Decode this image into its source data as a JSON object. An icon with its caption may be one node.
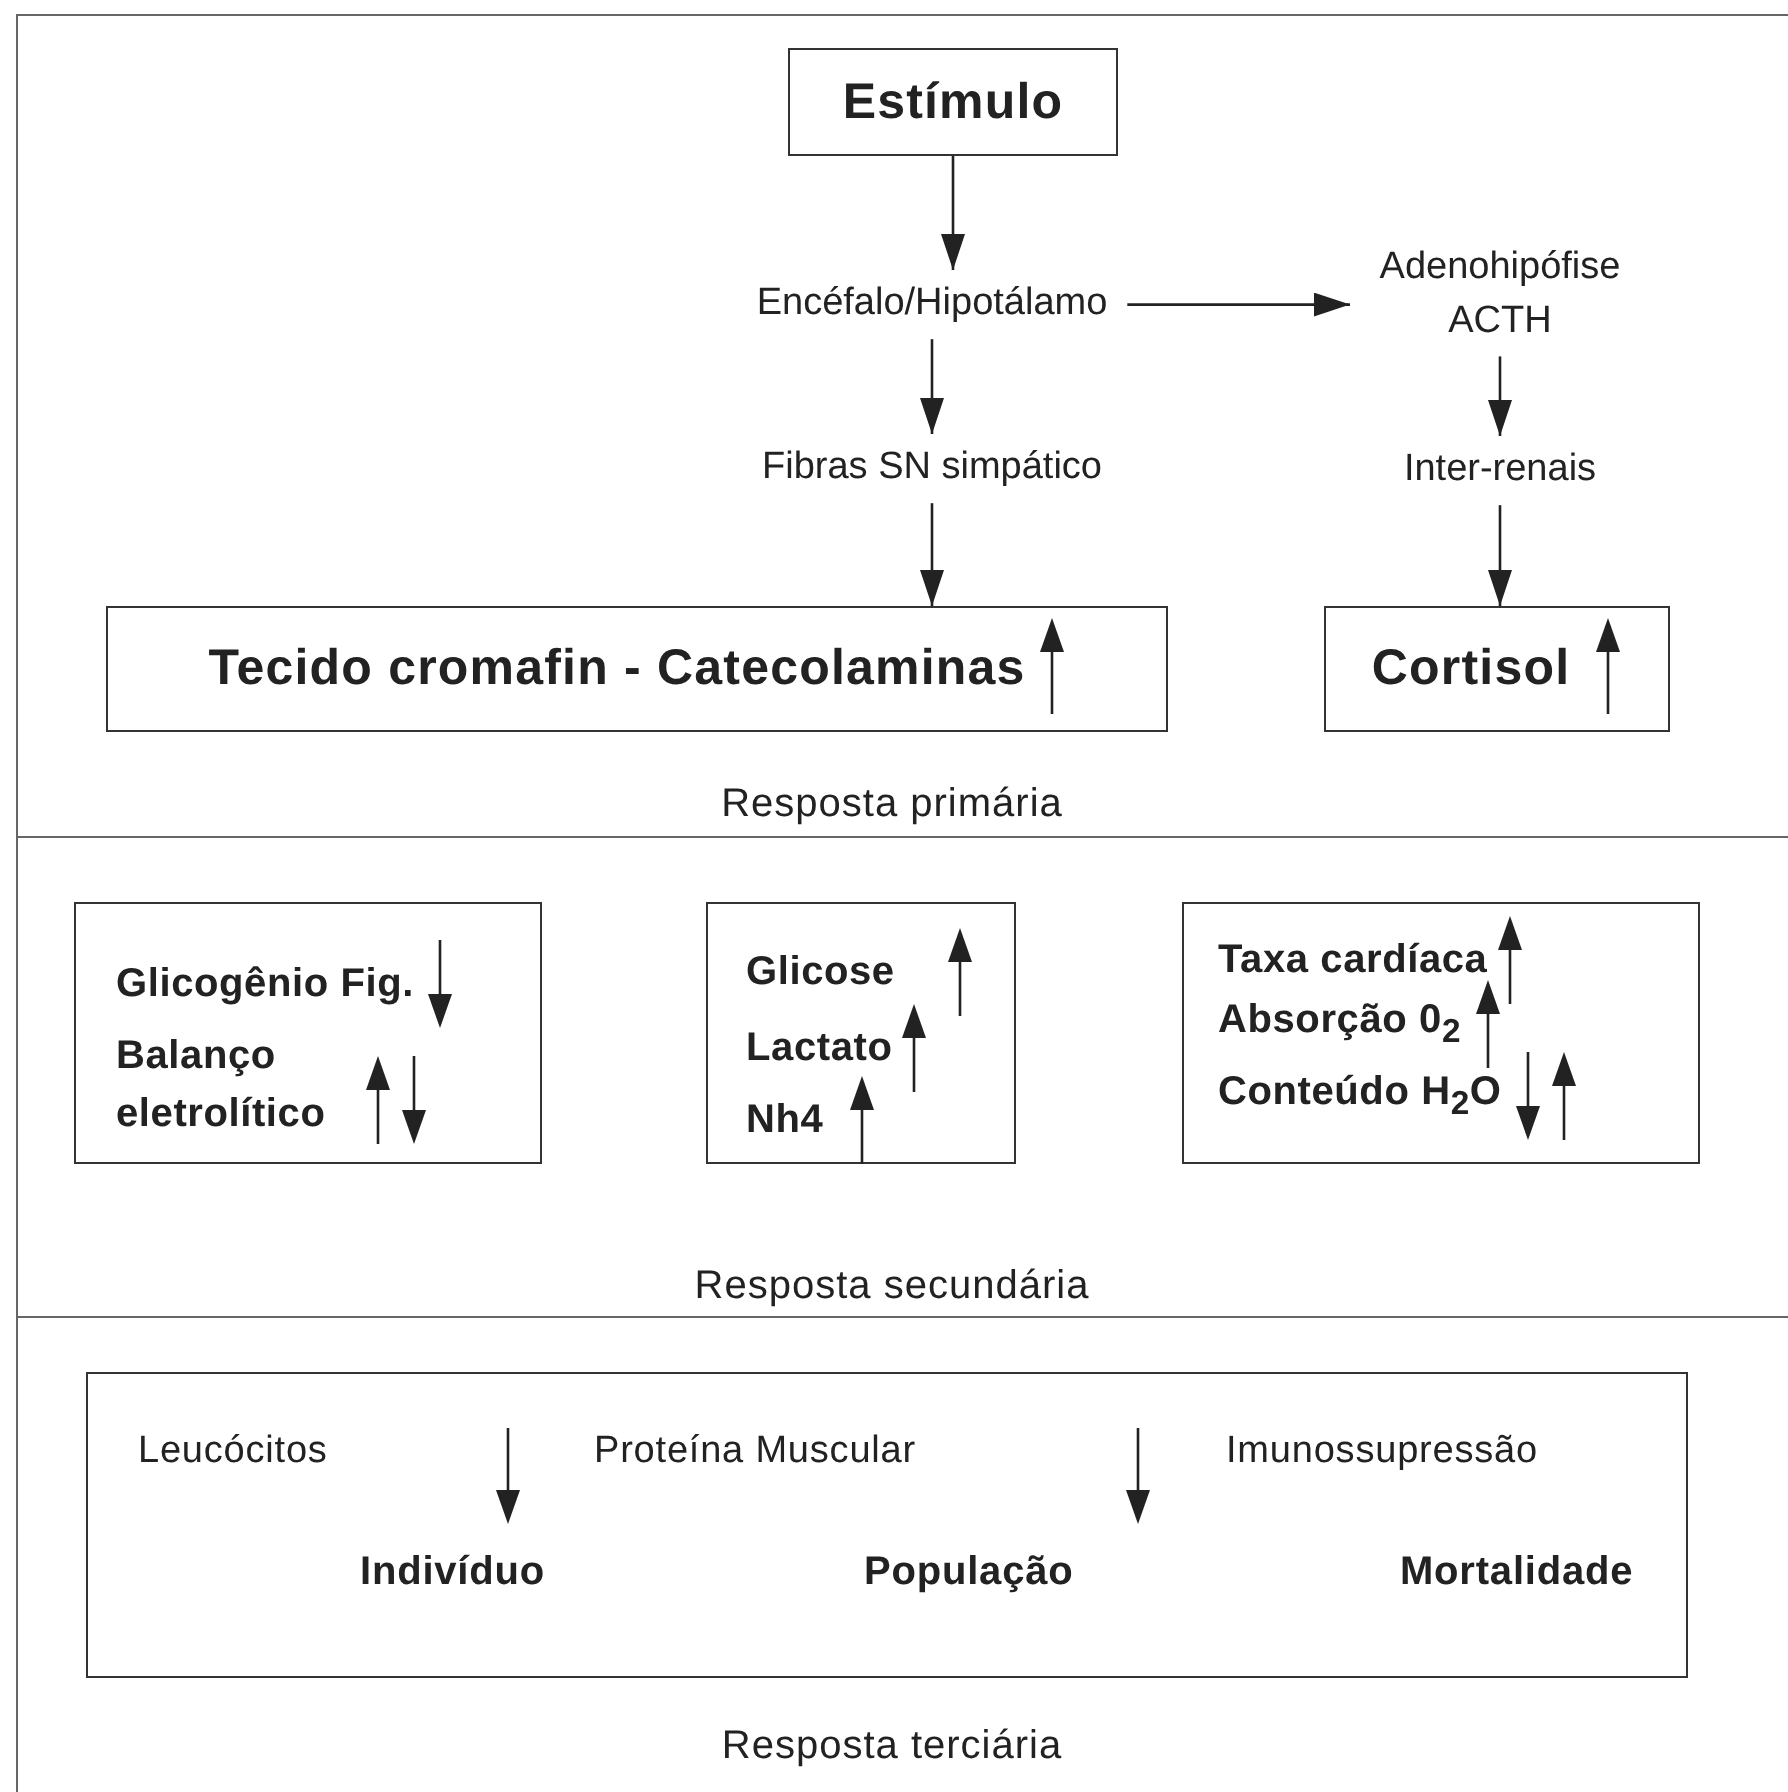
{
  "diagram": {
    "nodes": [
      {
        "text": [
          "Resposta primária"
        ]
      },
      {
        "text": [
          "Estímulo"
        ],
        "in": 0
      },
      {
        "text": [
          "Encéfalo/Hipotálamo"
        ],
        "in": 0
      },
      {
        "text": [
          "Adenohipófise ACTH"
        ],
        "in": 0
      },
      {
        "text": [
          "Fibras SN simpático"
        ],
        "in": 0
      },
      {
        "text": [
          "Inter-renais"
        ],
        "in": 0
      },
      {
        "text": [
          "Tecido cromafin - Catecolaminas"
        ],
        "in": 0
      },
      {
        "text": [
          "Cortisol"
        ],
        "in": 0
      },
      {
        "text": [
          "Resposta secundária"
        ]
      },
      {
        "text": [
          "Glicogênio Fig.",
          "Balanço eletrolítico"
        ],
        "in": 8
      },
      {
        "text": [
          "Glicose",
          "Lactato",
          "Nh4"
        ],
        "in": 8
      },
      {
        "text": [
          "Taxa cardíaca",
          "Absorção 0$_{2}$",
          "Conteúdo H$_{2}$O"
        ],
        "in": 8
      },
      {
        "text": [
          "Resposta terciária"
        ]
      },
      {
        "text": [
          "Leucócitos",
          "Proteína Muscular",
          "Imunossupressão",
          "Indivíduo",
          "População",
          "Mortalidade"
        ],
        "in": 12
      }
    ],
    "edges": [
      {
        "from": 1,
        "to": 2,
        "arrow": "to"
      },
      {
        "from": 2,
        "to": 3,
        "arrow": "to"
      },
      {
        "from": 2,
        "to": 4,
        "arrow": "to"
      },
      {
        "from": 3,
        "to": 5,
        "arrow": "to"
      },
      {
        "from": 4,
        "to": 6,
        "arrow": "to"
      },
      {
        "from": 5,
        "to": 7,
        "arrow": "to"
      }
    ]
  }
}
